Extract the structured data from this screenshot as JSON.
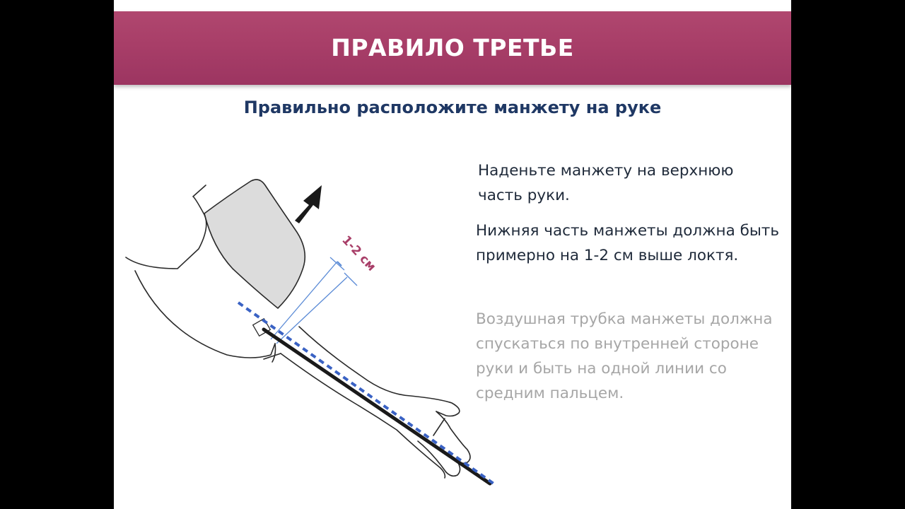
{
  "slide": {
    "title": "ПРАВИЛО ТРЕТЬЕ",
    "subtitle": "Правильно расположите манжету на руке",
    "paragraphs": [
      "Наденьте манжету на верхнюю часть руки.",
      "Нижняя часть манжеты должна быть примерно на 1-2 см выше локтя.",
      "Воздушная трубка манжеты должна спускаться по внутренней стороне руки и быть на одной линии со средним пальцем."
    ]
  },
  "illustration": {
    "measure_label": "1-2 см",
    "icons": [
      "arm-outline",
      "cuff-shape",
      "direction-arrow-icon",
      "air-tube-line",
      "measurement-arrow-icon"
    ]
  },
  "colors": {
    "banner": "#a83e68",
    "subtitle": "#1f3864",
    "body_text": "#1f2a3a",
    "muted_text": "#a6a6a6",
    "tube": "#3a62c4",
    "cuff_fill": "#dcdcdc",
    "measure_label": "#a83e68",
    "guide_lines": "#5b8bd6"
  }
}
